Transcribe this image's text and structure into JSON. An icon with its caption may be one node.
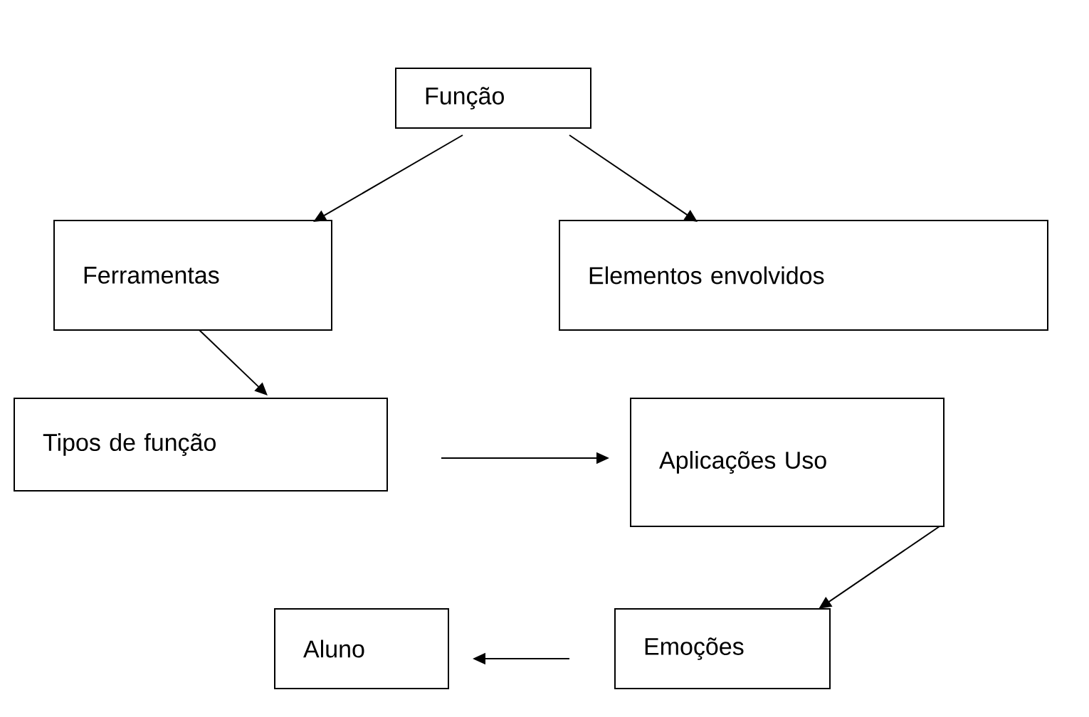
{
  "diagram": {
    "nodes": [
      {
        "text": [
          "Função"
        ]
      },
      {
        "text": [
          "Ferramentas"
        ]
      },
      {
        "text": [
          "Elementos envolvidos"
        ]
      },
      {
        "text": [
          "Tipos de função"
        ]
      },
      {
        "text": [
          "Aplicações Uso"
        ]
      },
      {
        "text": [
          "Aluno"
        ]
      },
      {
        "text": [
          "Emoções"
        ]
      }
    ],
    "edges": [
      {
        "from": 0,
        "to": 1,
        "arrow": "to"
      },
      {
        "from": 0,
        "to": 2,
        "arrow": "to"
      },
      {
        "from": 1,
        "to": 3,
        "arrow": "to"
      },
      {
        "from": 3,
        "to": 4,
        "arrow": "to"
      },
      {
        "from": 4,
        "to": 6,
        "arrow": "to"
      },
      {
        "from": 6,
        "to": 5,
        "arrow": "to"
      }
    ]
  }
}
